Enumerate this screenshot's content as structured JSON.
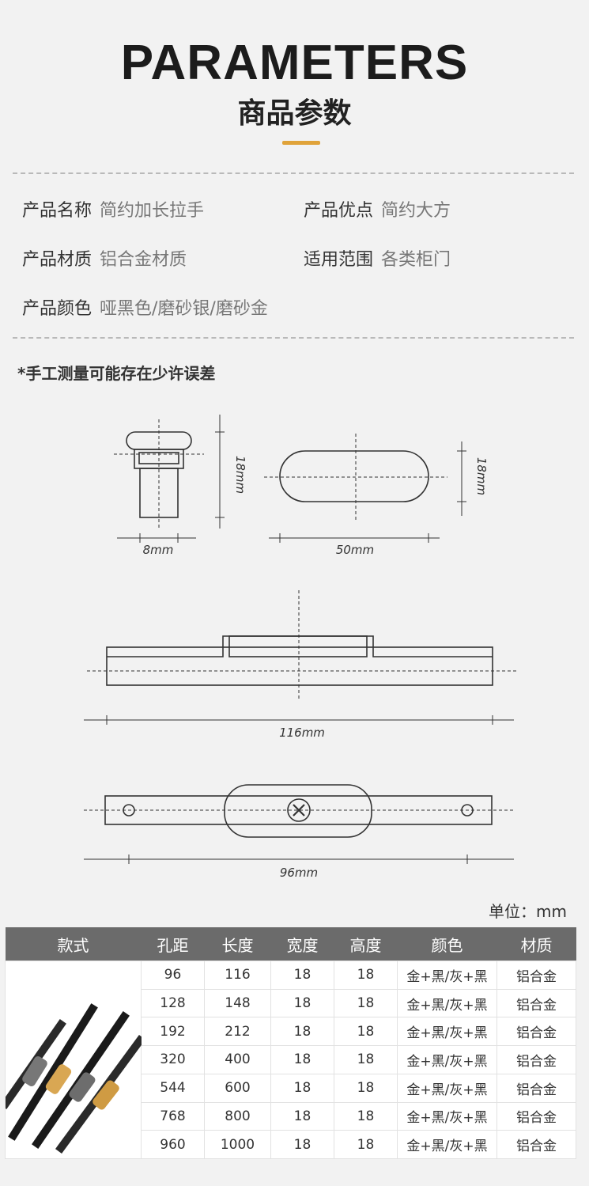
{
  "header": {
    "title_en": "PARAMETERS",
    "title_cn": "商品参数",
    "accent_color": "#e0a33a"
  },
  "params": [
    {
      "label": "产品名称",
      "value": "简约加长拉手"
    },
    {
      "label": "产品优点",
      "value": "简约大方"
    },
    {
      "label": "产品材质",
      "value": "铝合金材质"
    },
    {
      "label": "适用范围",
      "value": "各类柜门"
    },
    {
      "label": "产品颜色",
      "value": "哑黑色/磨砂银/磨砂金"
    }
  ],
  "note": "*手工测量可能存在少许误差",
  "dimensions": {
    "side_height": "18mm",
    "side_width": "8mm",
    "top_height": "18mm",
    "top_width": "50mm",
    "total_length": "116mm",
    "hole_distance": "96mm"
  },
  "unit": "单位：mm",
  "table": {
    "headers": [
      "款式",
      "孔距",
      "长度",
      "宽度",
      "高度",
      "颜色",
      "材质"
    ],
    "rows": [
      [
        "96",
        "116",
        "18",
        "18",
        "金+黑/灰+黑",
        "铝合金"
      ],
      [
        "128",
        "148",
        "18",
        "18",
        "金+黑/灰+黑",
        "铝合金"
      ],
      [
        "192",
        "212",
        "18",
        "18",
        "金+黑/灰+黑",
        "铝合金"
      ],
      [
        "320",
        "400",
        "18",
        "18",
        "金+黑/灰+黑",
        "铝合金"
      ],
      [
        "544",
        "600",
        "18",
        "18",
        "金+黑/灰+黑",
        "铝合金"
      ],
      [
        "768",
        "800",
        "18",
        "18",
        "金+黑/灰+黑",
        "铝合金"
      ],
      [
        "960",
        "1000",
        "18",
        "18",
        "金+黑/灰+黑",
        "铝合金"
      ]
    ]
  }
}
